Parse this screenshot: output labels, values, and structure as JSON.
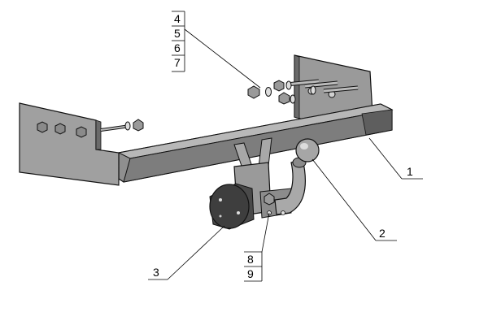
{
  "callouts": {
    "c1": "1",
    "c2": "2",
    "c3": "3",
    "c4": "4",
    "c5": "5",
    "c6": "6",
    "c7": "7",
    "c8": "8",
    "c9": "9"
  },
  "colors": {
    "metal": "#8f8f8f",
    "metal_light": "#b4b4b4",
    "metal_dark": "#5f5f5f",
    "outline": "#111111",
    "socket": "#3e3e3e"
  }
}
